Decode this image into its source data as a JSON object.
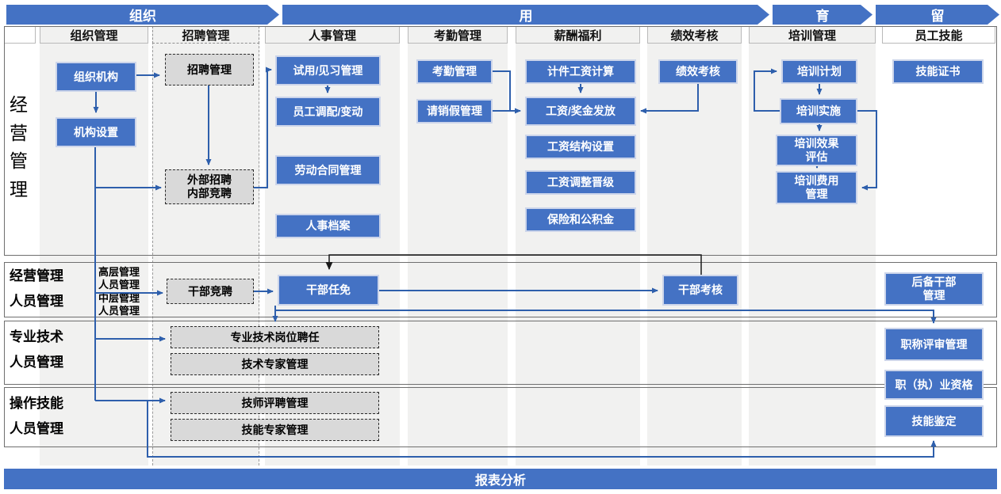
{
  "banner": {
    "stages": [
      "组织",
      "用",
      "育",
      "留"
    ],
    "footer": "报表分析"
  },
  "columns": [
    "组织管理",
    "招聘管理",
    "人事管理",
    "考勤管理",
    "薪酬福利",
    "绩效考核",
    "培训管理",
    "员工技能"
  ],
  "rows": [
    "经营管理",
    "经营管理\n人员管理",
    "专业技术\n人员管理",
    "操作技能\n人员管理"
  ],
  "annotations": {
    "mgmt_levels": "高层管理\n人员管理\n中层管理\n人员管理"
  },
  "nodes": {
    "org_structure": "组织机构",
    "org_setup": "机构设置",
    "recruit_mgmt": "招聘管理",
    "ext_recruit": "外部招聘\n内部竞聘",
    "probation": "试用/见习管理",
    "transfer": "员工调配/变动",
    "labor_contract": "劳动合同管理",
    "personnel_file": "人事档案",
    "attendance": "考勤管理",
    "leave": "请销假管理",
    "piece_wage": "计件工资计算",
    "salary_pay": "工资/奖金发放",
    "salary_structure": "工资结构设置",
    "salary_adjust": "工资调整晋级",
    "insurance_fund": "保险和公积金",
    "performance": "绩效考核",
    "training_plan": "培训计划",
    "training_impl": "培训实施",
    "training_eval": "培训效果\n评估",
    "training_cost": "培训费用\n管理",
    "skill_cert": "技能证书",
    "cadre_compete": "干部竞聘",
    "cadre_appoint": "干部任免",
    "cadre_assess": "干部考核",
    "reserve_cadre": "后备干部\n管理",
    "tech_post": "专业技术岗位聘任",
    "tech_expert": "技术专家管理",
    "title_review": "职称评审管理",
    "prof_qualification": "职（执）业资格",
    "technician_hire": "技师评聘管理",
    "skill_expert": "技能专家管理",
    "skill_appraisal": "技能鉴定"
  },
  "colors": {
    "accent_blue": "#4472C4",
    "line_blue": "#2E5FAC",
    "line_black": "#1a1a1a",
    "dashed_fill": "#D9D9D9"
  }
}
